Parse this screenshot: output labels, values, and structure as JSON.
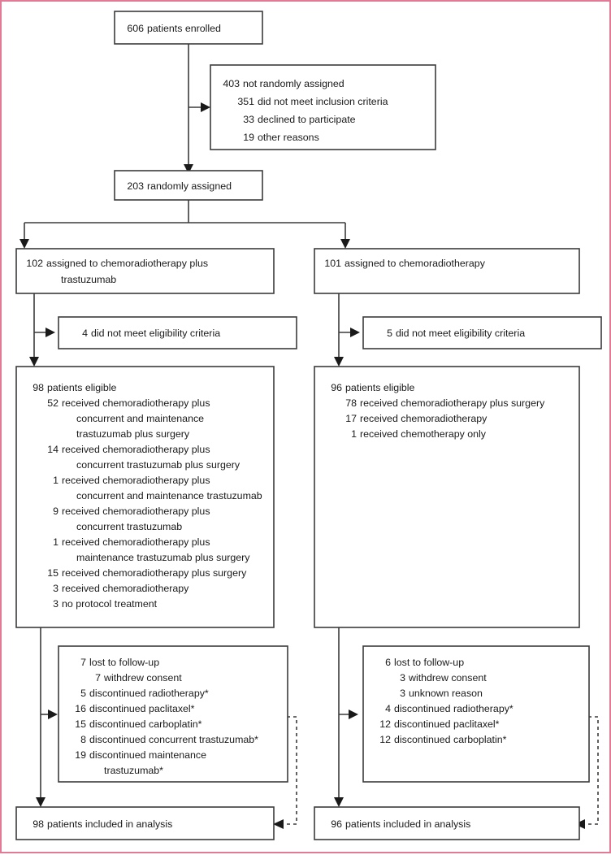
{
  "figure": {
    "kind": "consort-trial-flow-diagram",
    "frame_color": "#e07a95",
    "box_stroke": "#3b3b3b",
    "text_color": "#1a1a1a"
  },
  "nodes": {
    "enrolled": {
      "lines": [
        {
          "num": "606",
          "label": "patients enrolled",
          "indent": 0
        }
      ]
    },
    "not_randomised": {
      "lines": [
        {
          "num": "403",
          "label": "not randomly assigned",
          "indent": 0
        },
        {
          "num": "351",
          "label": "did not meet inclusion criteria",
          "indent": 1
        },
        {
          "num": "33",
          "label": "declined to participate",
          "indent": 1
        },
        {
          "num": "19",
          "label": "other reasons",
          "indent": 1
        }
      ]
    },
    "randomised": {
      "lines": [
        {
          "num": "203",
          "label": "randomly assigned",
          "indent": 0
        }
      ]
    },
    "assigned_left": {
      "lines": [
        {
          "num": "102",
          "label": "assigned to chemoradiotherapy plus",
          "indent": 0
        },
        {
          "num": "",
          "label": "trastuzumab",
          "indent": 1
        }
      ]
    },
    "assigned_right": {
      "lines": [
        {
          "num": "101",
          "label": "assigned to chemoradiotherapy",
          "indent": 0
        }
      ]
    },
    "ineligible_left": {
      "lines": [
        {
          "num": "4",
          "label": "did not meet eligibility criteria",
          "indent": 0
        }
      ]
    },
    "ineligible_right": {
      "lines": [
        {
          "num": "5",
          "label": "did not meet eligibility criteria",
          "indent": 0
        }
      ]
    },
    "eligible_left": {
      "lines": [
        {
          "num": "98",
          "label": "patients eligible",
          "indent": 0
        },
        {
          "num": "52",
          "label": "received chemoradiotherapy plus",
          "indent": 1
        },
        {
          "num": "",
          "label": "concurrent and maintenance",
          "indent": 2
        },
        {
          "num": "",
          "label": "trastuzumab plus surgery",
          "indent": 2
        },
        {
          "num": "14",
          "label": "received chemoradiotherapy plus",
          "indent": 1
        },
        {
          "num": "",
          "label": "concurrent trastuzumab plus surgery",
          "indent": 2
        },
        {
          "num": "1",
          "label": "received chemoradiotherapy plus",
          "indent": 1
        },
        {
          "num": "",
          "label": "concurrent and maintenance trastuzumab",
          "indent": 2
        },
        {
          "num": "9",
          "label": "received chemoradiotherapy plus",
          "indent": 1
        },
        {
          "num": "",
          "label": "concurrent trastuzumab",
          "indent": 2
        },
        {
          "num": "1",
          "label": "received chemoradiotherapy plus",
          "indent": 1
        },
        {
          "num": "",
          "label": "maintenance trastuzumab plus surgery",
          "indent": 2
        },
        {
          "num": "15",
          "label": "received chemoradiotherapy plus surgery",
          "indent": 1
        },
        {
          "num": "3",
          "label": "received chemoradiotherapy",
          "indent": 1
        },
        {
          "num": "3",
          "label": "no protocol treatment",
          "indent": 1
        }
      ]
    },
    "eligible_right": {
      "lines": [
        {
          "num": "96",
          "label": "patients eligible",
          "indent": 0
        },
        {
          "num": "78",
          "label": "received chemoradiotherapy plus surgery",
          "indent": 1
        },
        {
          "num": "17",
          "label": "received chemoradiotherapy",
          "indent": 1
        },
        {
          "num": "1",
          "label": "received chemotherapy only",
          "indent": 1
        }
      ]
    },
    "dropout_left": {
      "lines": [
        {
          "num": "7",
          "label": "lost to follow-up",
          "indent": 0
        },
        {
          "num": "7",
          "label": "withdrew consent",
          "indent": 1
        },
        {
          "num": "5",
          "label": "discontinued radiotherapy*",
          "indent": 0
        },
        {
          "num": "16",
          "label": "discontinued paclitaxel*",
          "indent": 0
        },
        {
          "num": "15",
          "label": "discontinued carboplatin*",
          "indent": 0
        },
        {
          "num": "8",
          "label": "discontinued concurrent trastuzumab*",
          "indent": 0
        },
        {
          "num": "19",
          "label": "discontinued maintenance",
          "indent": 0
        },
        {
          "num": "",
          "label": "trastuzumab*",
          "indent": 1
        }
      ]
    },
    "dropout_right": {
      "lines": [
        {
          "num": "6",
          "label": "lost to follow-up",
          "indent": 0
        },
        {
          "num": "3",
          "label": "withdrew consent",
          "indent": 1
        },
        {
          "num": "3",
          "label": "unknown reason",
          "indent": 1
        },
        {
          "num": "4",
          "label": "discontinued radiotherapy*",
          "indent": 0
        },
        {
          "num": "12",
          "label": "discontinued paclitaxel*",
          "indent": 0
        },
        {
          "num": "12",
          "label": "discontinued carboplatin*",
          "indent": 0
        }
      ]
    },
    "analysis_left": {
      "lines": [
        {
          "num": "98",
          "label": "patients included in analysis",
          "indent": 0
        }
      ]
    },
    "analysis_right": {
      "lines": [
        {
          "num": "96",
          "label": "patients included in analysis",
          "indent": 0
        }
      ]
    }
  }
}
